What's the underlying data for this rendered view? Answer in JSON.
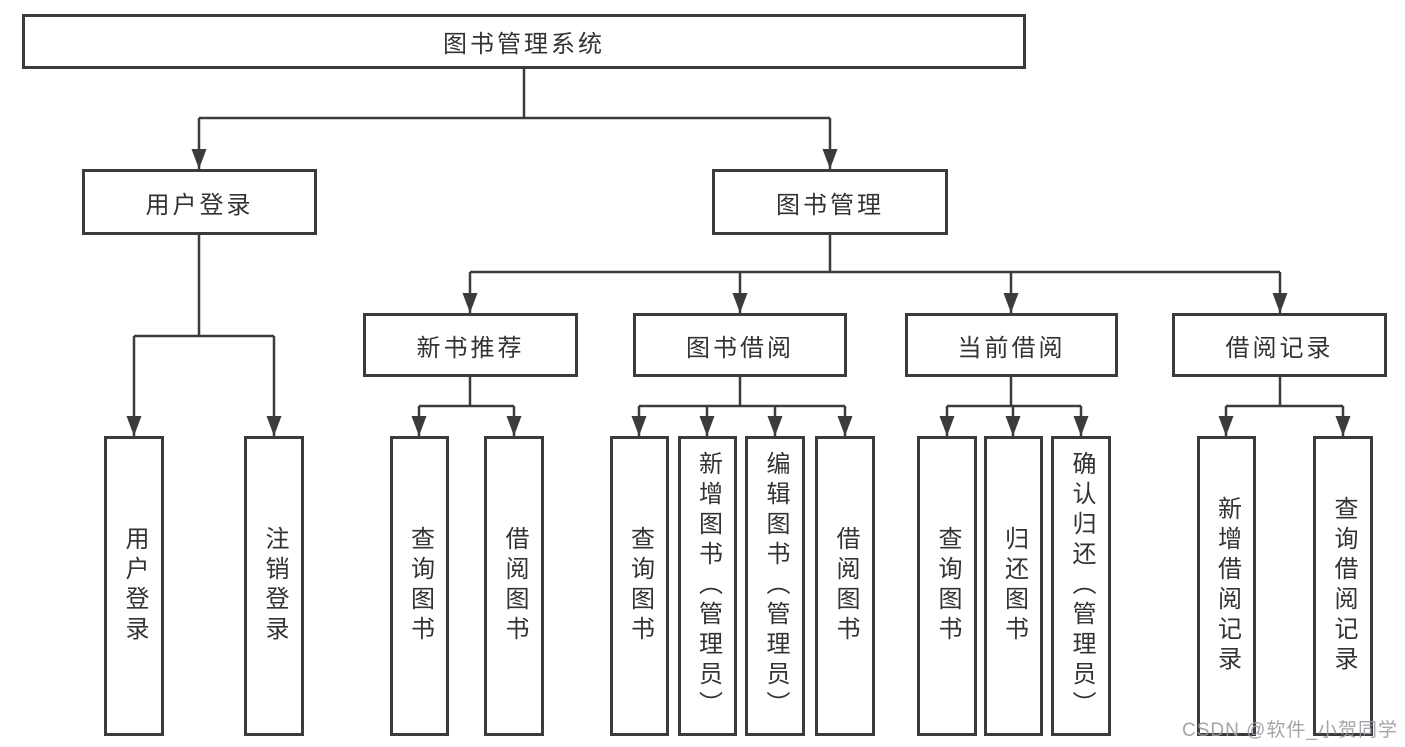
{
  "tree": {
    "root": {
      "label": "图书管理系统"
    },
    "userLogin": {
      "label": "用户登录",
      "children": [
        {
          "label": "用户登录"
        },
        {
          "label": "注销登录"
        }
      ]
    },
    "bookMgmt": {
      "label": "图书管理",
      "sections": [
        {
          "label": "新书推荐",
          "children": [
            {
              "label": "查询图书"
            },
            {
              "label": "借阅图书"
            }
          ]
        },
        {
          "label": "图书借阅",
          "children": [
            {
              "label": "查询图书"
            },
            {
              "label": "新增图书（管理员）"
            },
            {
              "label": "编辑图书（管理员）"
            },
            {
              "label": "借阅图书"
            }
          ]
        },
        {
          "label": "当前借阅",
          "children": [
            {
              "label": "查询图书"
            },
            {
              "label": "归还图书"
            },
            {
              "label": "确认归还（管理员）"
            }
          ]
        },
        {
          "label": "借阅记录",
          "children": [
            {
              "label": "新增借阅记录"
            },
            {
              "label": "查询借阅记录"
            }
          ]
        }
      ]
    }
  },
  "watermark": {
    "text": "CSDN @软件_小贺同学"
  },
  "colors": {
    "line": "#3b3b3b",
    "text": "#333333",
    "background": "#ffffff",
    "watermark": "#9b9ba1"
  }
}
